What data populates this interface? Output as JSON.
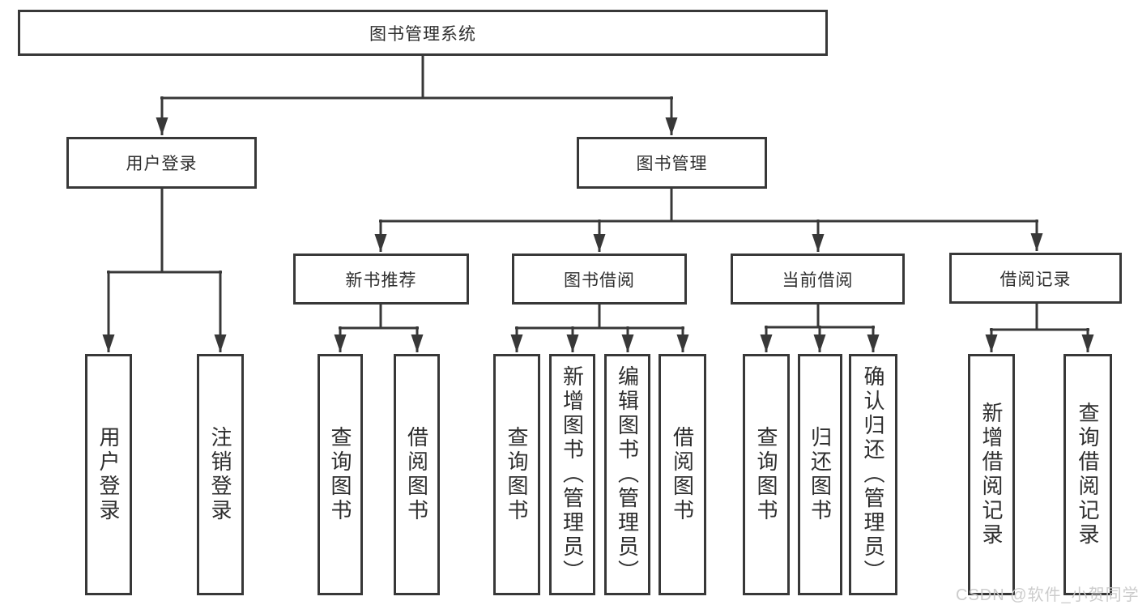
{
  "diagram": {
    "title": "图书管理系统",
    "watermark": "CSDN @软件_小贺同学",
    "colors": {
      "line": "#383838",
      "box_border": "#383838",
      "text": "#2e2e2e",
      "watermark": "#c9c9c9",
      "background": "#ffffff"
    },
    "nodes": {
      "root": "图书管理系统",
      "user_login": "用户登录",
      "book_manage": "图书管理",
      "new_book_recommend": "新书推荐",
      "book_borrow": "图书借阅",
      "current_borrow": "当前借阅",
      "borrow_records": "借阅记录",
      "leaf_user_login": "用户登录",
      "leaf_logout": "注销登录",
      "leaf_rec_query_books": "查询图书",
      "leaf_rec_borrow_books": "借阅图书",
      "leaf_bb_query_books": "查询图书",
      "leaf_bb_add_books": "新增图书（管理员）",
      "leaf_bb_edit_books": "编辑图书（管理员）",
      "leaf_bb_borrow_books": "借阅图书",
      "leaf_cb_query_books": "查询图书",
      "leaf_cb_return_books": "归还图书",
      "leaf_cb_confirm_return": "确认归还（管理员）",
      "leaf_br_add_record": "新增借阅记录",
      "leaf_br_query_record": "查询借阅记录"
    },
    "hierarchy": [
      {
        "parent": "图书管理系统",
        "children": [
          "用户登录",
          "图书管理"
        ]
      },
      {
        "parent": "用户登录",
        "children": [
          "用户登录",
          "注销登录"
        ]
      },
      {
        "parent": "图书管理",
        "children": [
          "新书推荐",
          "图书借阅",
          "当前借阅",
          "借阅记录"
        ]
      },
      {
        "parent": "新书推荐",
        "children": [
          "查询图书",
          "借阅图书"
        ]
      },
      {
        "parent": "图书借阅",
        "children": [
          "查询图书",
          "新增图书（管理员）",
          "编辑图书（管理员）",
          "借阅图书"
        ]
      },
      {
        "parent": "当前借阅",
        "children": [
          "查询图书",
          "归还图书",
          "确认归还（管理员）"
        ]
      },
      {
        "parent": "借阅记录",
        "children": [
          "新增借阅记录",
          "查询借阅记录"
        ]
      }
    ]
  }
}
